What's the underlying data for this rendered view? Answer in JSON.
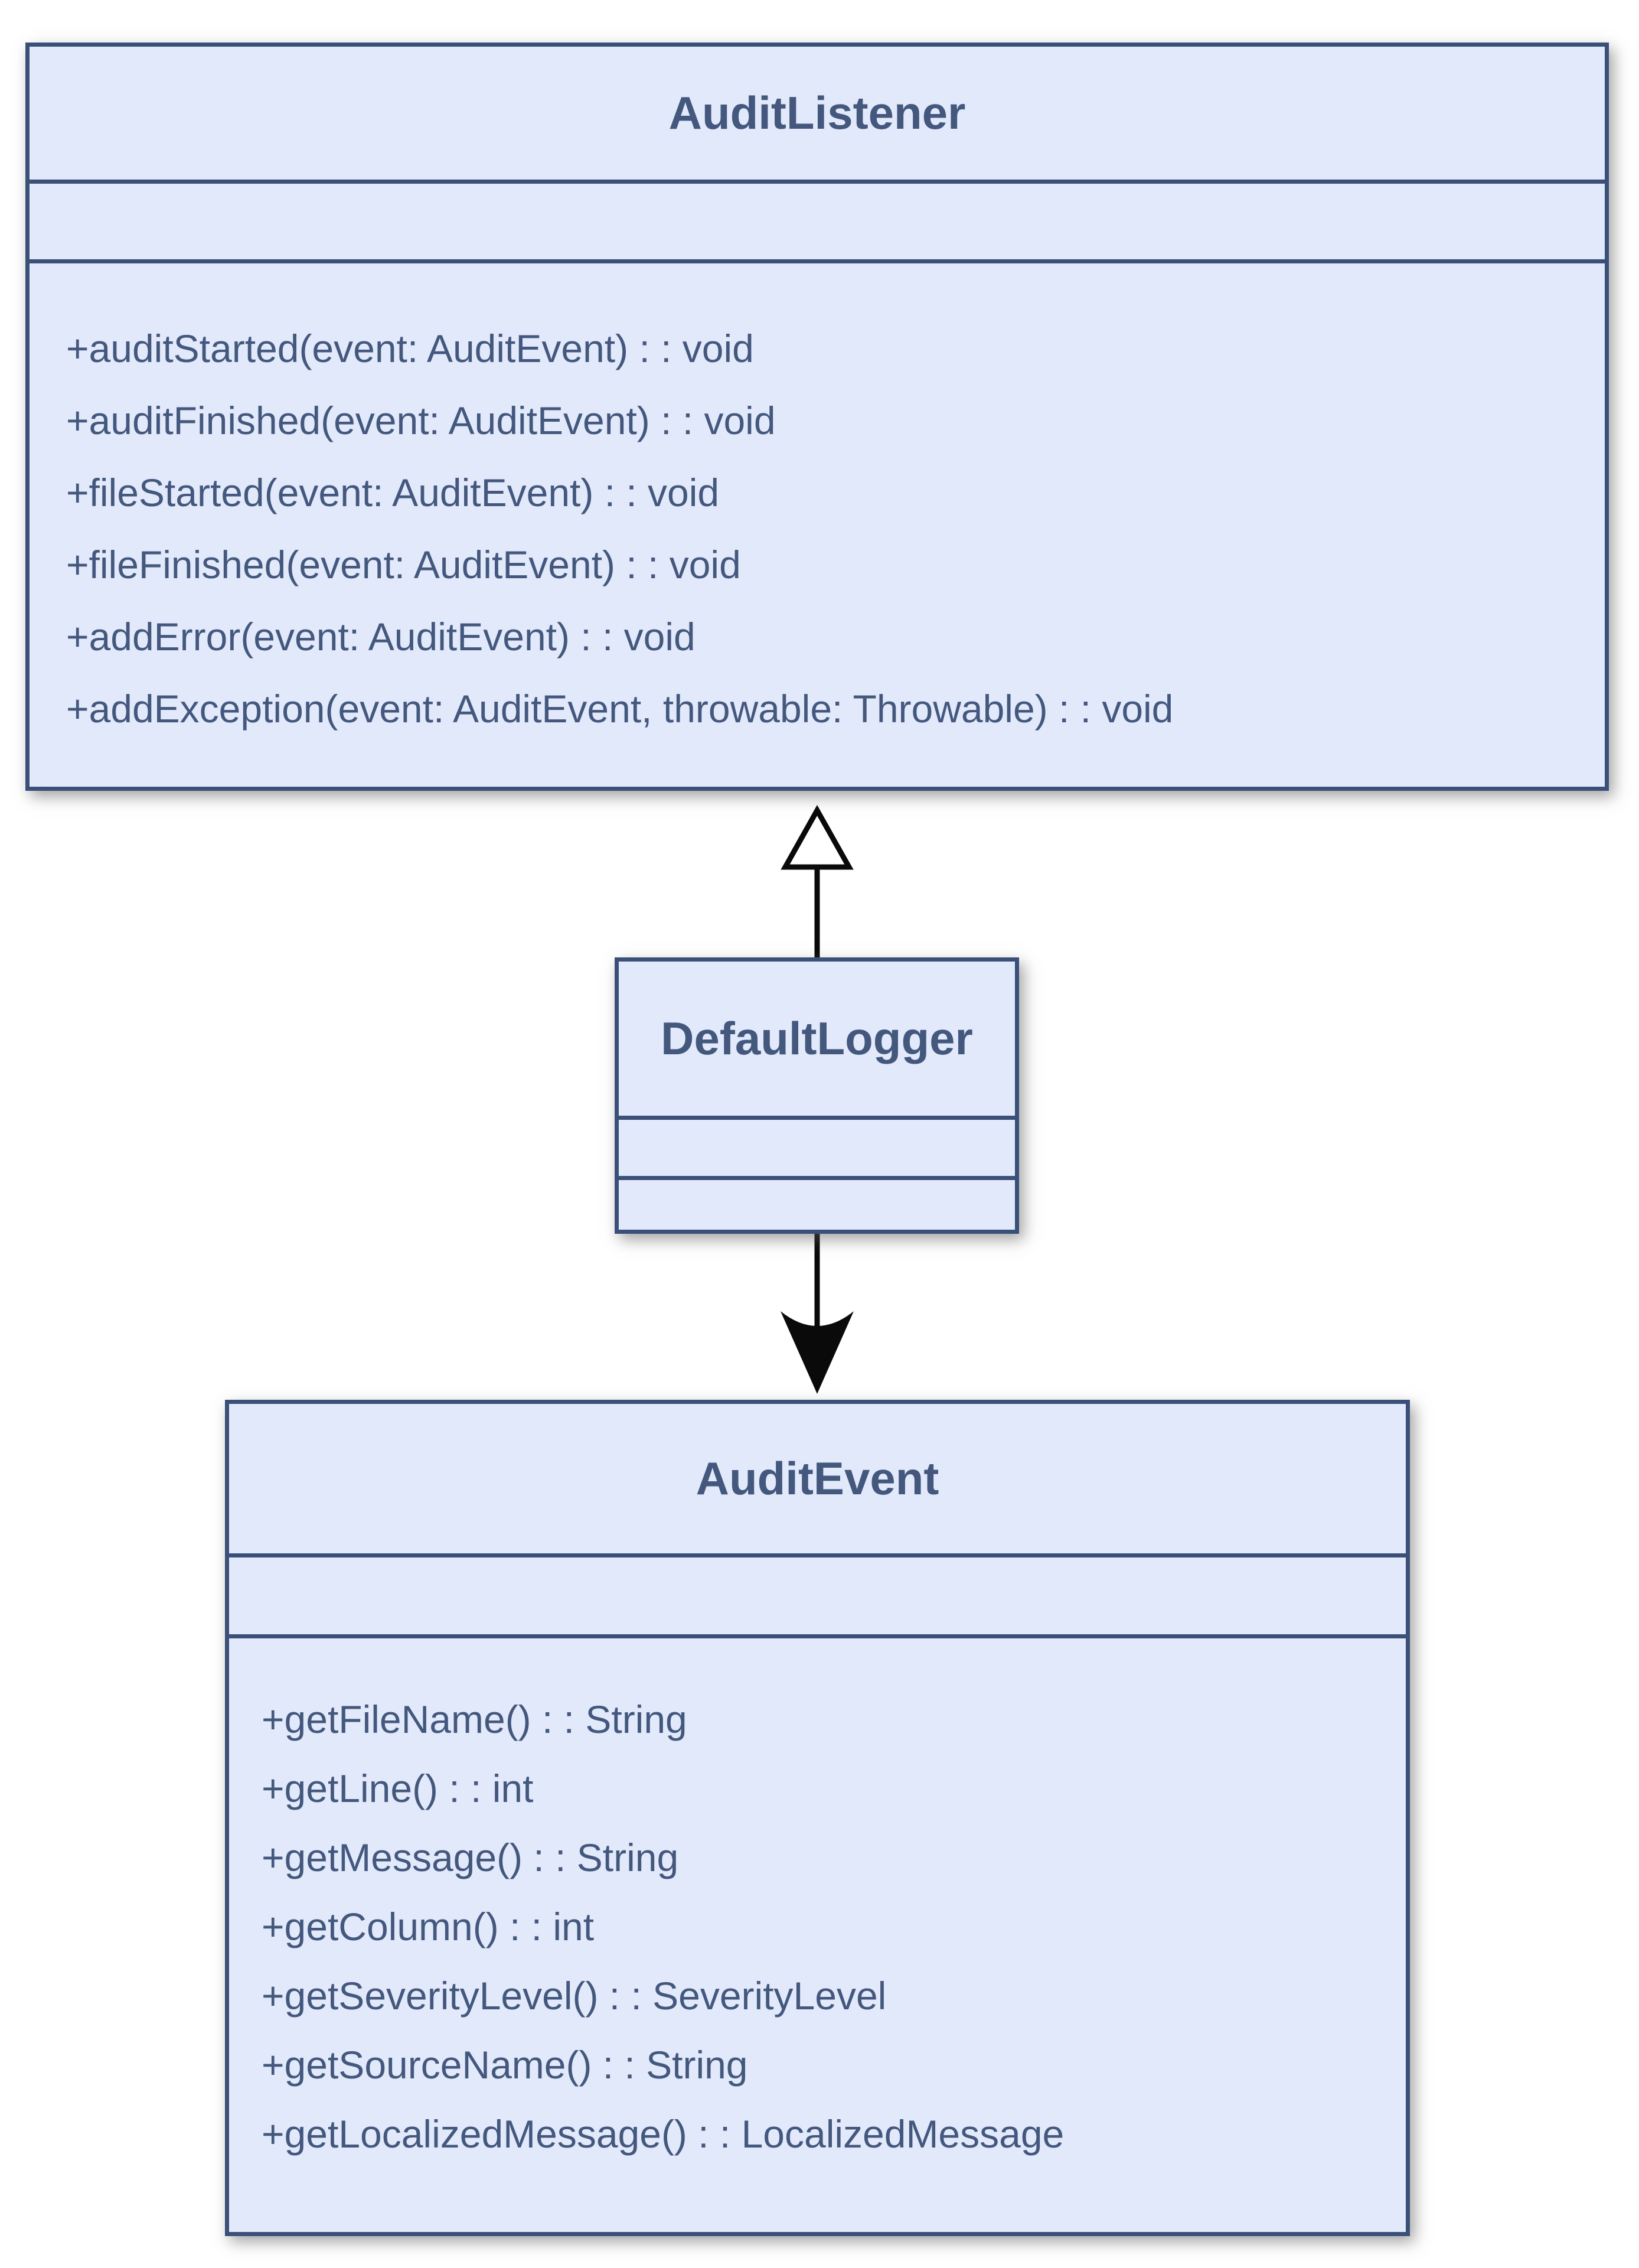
{
  "diagram": {
    "kind": "uml-class-diagram",
    "classes": [
      {
        "name": "AuditListener",
        "attributes": [],
        "methods": [
          "+auditStarted(event: AuditEvent) : : void",
          "+auditFinished(event: AuditEvent) : : void",
          "+fileStarted(event: AuditEvent) : : void",
          "+fileFinished(event: AuditEvent) : : void",
          "+addError(event: AuditEvent) : : void",
          "+addException(event: AuditEvent, throwable: Throwable) : : void"
        ]
      },
      {
        "name": "DefaultLogger",
        "attributes": [],
        "methods": []
      },
      {
        "name": "AuditEvent",
        "attributes": [],
        "methods": [
          "+getFileName() : : String",
          "+getLine() : : int",
          "+getMessage() : : String",
          "+getColumn() : : int",
          "+getSeverityLevel() : : SeverityLevel",
          "+getSourceName() : : String",
          "+getLocalizedMessage() : : LocalizedMessage"
        ]
      }
    ],
    "relationships": [
      {
        "from": "DefaultLogger",
        "to": "AuditListener",
        "type": "generalization",
        "arrowhead": "hollow-triangle",
        "line": "solid"
      },
      {
        "from": "DefaultLogger",
        "to": "AuditEvent",
        "type": "directed-association",
        "arrowhead": "open-arrow",
        "line": "solid"
      }
    ],
    "colors": {
      "stroke": "#3a5078",
      "fill": "#e2e9fb",
      "text": "#44587e",
      "arrow": "#0a0a0a",
      "page-bg": "#ffffff"
    }
  }
}
